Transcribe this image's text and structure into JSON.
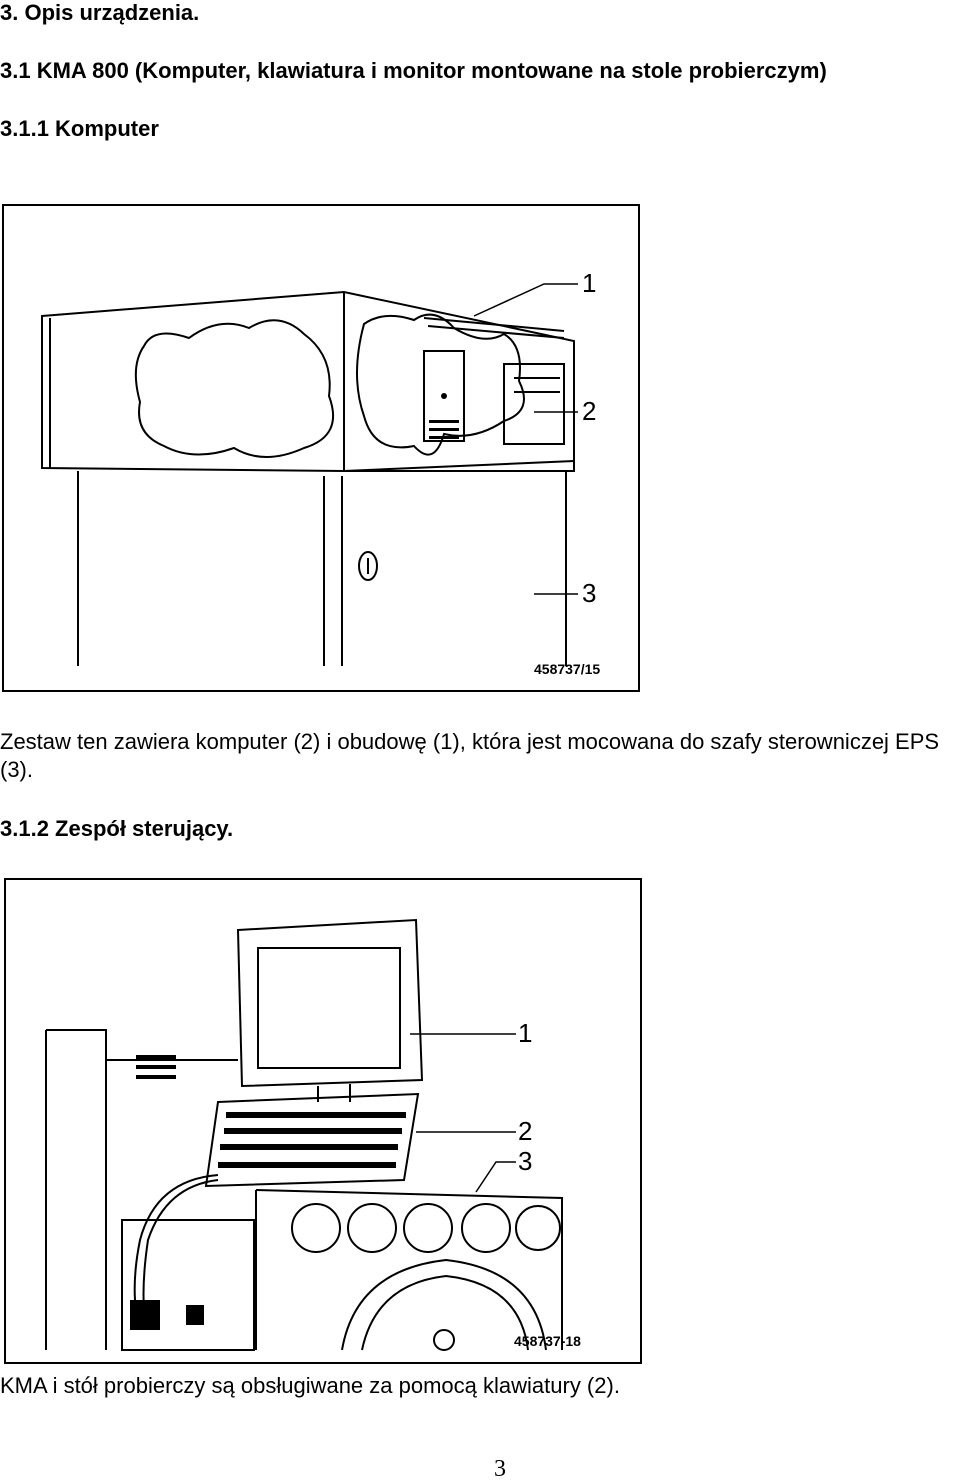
{
  "section": {
    "title": "3. Opis urządzenia.",
    "subtitle": "3.1 KMA 800 (Komputer, klawiatura i monitor montowane na stole probierczym)"
  },
  "sub1": {
    "heading": "3.1.1 Komputer",
    "figure": {
      "callouts": [
        "1",
        "2",
        "3"
      ],
      "id": "458737/15"
    },
    "caption": "Zestaw ten zawiera komputer (2) i obudowę (1), która jest mocowana do szafy sterowniczej EPS (3)."
  },
  "sub2": {
    "heading": "3.1.2 Zespół sterujący.",
    "figure": {
      "callouts": [
        "1",
        "2",
        "3"
      ],
      "id": "458737-18"
    },
    "caption": "KMA i stół probierczy są obsługiwane za pomocą klawiatury (2)."
  },
  "page_number": "3"
}
